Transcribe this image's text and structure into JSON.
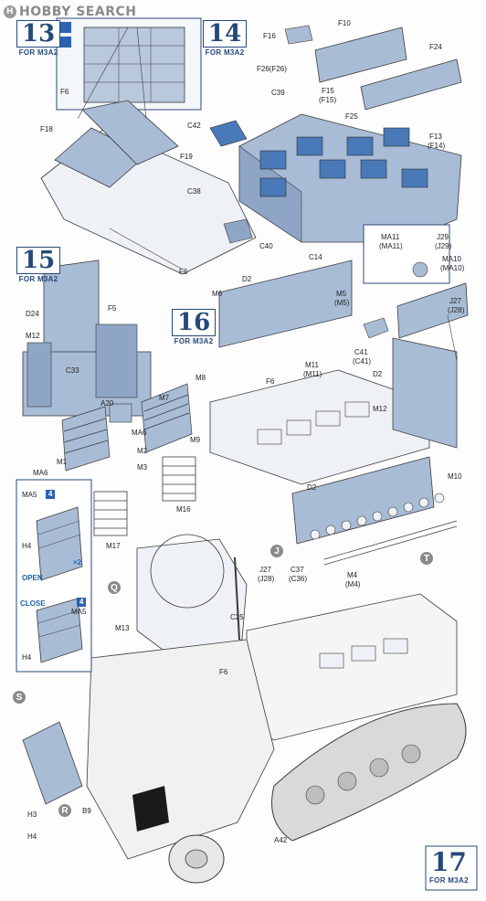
{
  "watermark": {
    "text": "HOBBY SEARCH",
    "logo_letter": "H"
  },
  "steps": {
    "s13": {
      "num": "13",
      "sub": "FOR M3A2"
    },
    "s14": {
      "num": "14",
      "sub": "FOR M3A2"
    },
    "s15": {
      "num": "15",
      "sub": "FOR M3A2"
    },
    "s16": {
      "num": "16",
      "sub": "FOR M3A2"
    },
    "s17": {
      "num": "17",
      "sub": "FOR M3A2"
    }
  },
  "labels": {
    "f6a": "F6",
    "f18": "F18",
    "f19": "F19",
    "f6b": "F6",
    "f16": "F16",
    "f10": "F10",
    "f24": "F24",
    "f26": "F26(F26)",
    "c39": "C39",
    "f15": "F15",
    "f15b": "(F15)",
    "f25": "F25",
    "f13": "F13",
    "f14": "(F14)",
    "c42": "C42",
    "c38": "C38",
    "c40": "C40",
    "c14": "C14",
    "d2a": "D2",
    "m6": "M6",
    "m5": "M5",
    "m5b": "(M5)",
    "ma11": "MA11",
    "ma11b": "(MA11)",
    "j29": "J29",
    "j29b": "(J29)",
    "ma10": "MA10",
    "ma10b": "(MA10)",
    "j27": "J27",
    "j28": "(J28)",
    "m11": "M11",
    "m11b": "(M11)",
    "c41": "C41",
    "c41b": "(C41)",
    "d2b": "D2",
    "f6c": "F6",
    "m12b": "M12",
    "d24": "D24",
    "f5": "F5",
    "m12": "M12",
    "c33": "C33",
    "m8": "M8",
    "m7": "M7",
    "a20": "A20",
    "ma6": "MA6",
    "m9": "M9",
    "m2": "M2",
    "m1": "M1",
    "ma6b": "MA6",
    "m3": "M3",
    "m16": "M16",
    "m17": "M17",
    "ma5": "MA5",
    "h4a": "H4",
    "open": "OPEN",
    "close": "CLOSE",
    "ma5b": "MA5",
    "h4b": "H4",
    "d2c": "D2",
    "m10": "M10",
    "j27b": "J27",
    "j28b": "(J28)",
    "c37": "C37",
    "c36": "(C36)",
    "m4": "M4",
    "m4b": "(M4)",
    "m13": "M13",
    "c25": "C25",
    "f6d": "F6",
    "b9": "B9",
    "h3": "H3",
    "h4c": "H4",
    "a42": "A42"
  },
  "callouts": {
    "j": "J",
    "q": "Q",
    "t": "T",
    "s": "S",
    "r": "R"
  },
  "quantities": {
    "ma5_qty": "4",
    "ma5b_qty": "4",
    "x2": "×2"
  },
  "colors": {
    "accent": "#25497a",
    "part": "#a9bcd6",
    "part_dark": "#7f97b8",
    "line": "#3a3a3a",
    "callout": "#8a8a8a"
  }
}
